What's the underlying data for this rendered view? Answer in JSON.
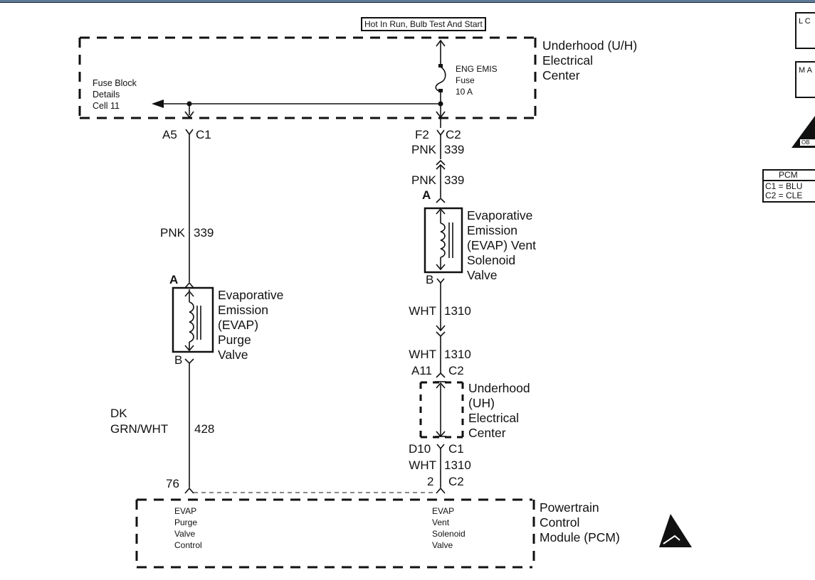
{
  "supply_label": "Hot In Run, Bulb Test And Start",
  "underhood_center": {
    "label": "Underhood (U/H)\nElectrical\nCenter",
    "fuse_block_ref": "Fuse Block\nDetails\nCell 11",
    "fuse": {
      "name": "ENG EMIS",
      "type": "Fuse",
      "rating": "10 A"
    }
  },
  "left_circuit": {
    "connector_top": {
      "pin": "A5",
      "conn": "C1"
    },
    "wire_upper": {
      "color": "PNK",
      "circuit": "339"
    },
    "component": {
      "pin_a": "A",
      "pin_b": "B",
      "label": "Evaporative\nEmission\n(EVAP)\nPurge\nValve"
    },
    "wire_lower": {
      "color_line1": "DK",
      "color_line2": "GRN/WHT",
      "circuit": "428"
    },
    "pcm_pin": "76"
  },
  "right_circuit": {
    "connector_top": {
      "pin": "F2",
      "conn": "C2"
    },
    "wire_1": {
      "color": "PNK",
      "circuit": "339"
    },
    "wire_2": {
      "color": "PNK",
      "circuit": "339"
    },
    "component": {
      "pin_a": "A",
      "pin_b": "B",
      "label": "Evaporative\nEmission\n(EVAP) Vent\nSolenoid\nValve"
    },
    "wire_3": {
      "color": "WHT",
      "circuit": "1310"
    },
    "wire_4": {
      "color": "WHT",
      "circuit": "1310"
    },
    "connector_mid_top": {
      "pin": "A11",
      "conn": "C2"
    },
    "uh_center_label": "Underhood\n(UH)\nElectrical\nCenter",
    "connector_mid_bottom": {
      "pin": "D10",
      "conn": "C1"
    },
    "wire_5": {
      "color": "WHT",
      "circuit": "1310"
    },
    "pcm_pin": {
      "pin": "2",
      "conn": "C2"
    }
  },
  "pcm": {
    "label": "Powertrain\nControl\nModule (PCM)",
    "left_function": "EVAP\nPurge\nValve\nControl",
    "right_function": "EVAP\nVent\nSolenoid\nValve",
    "esd_icon": "esd-sensitive-icon"
  },
  "legend": {
    "box1_text": "L C",
    "box2_text": "M A",
    "obd_icon": "obd-triangle-icon",
    "obd_text": "OB",
    "pcm_table": {
      "title": "PCM",
      "rows": [
        "C1 = BLU",
        "C2 = CLE"
      ]
    }
  }
}
